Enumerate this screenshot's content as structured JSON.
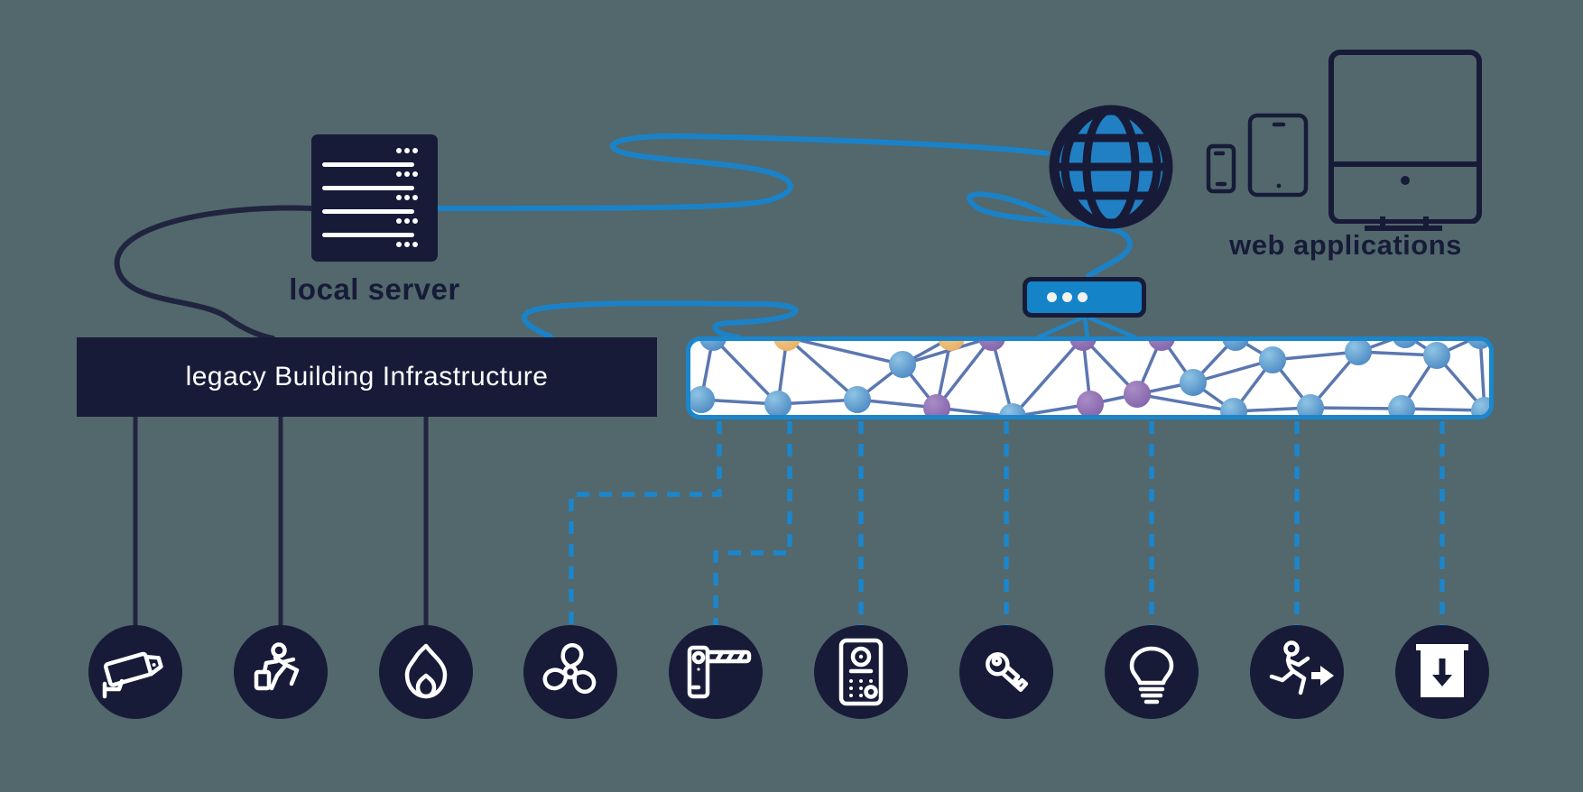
{
  "labels": {
    "local_server": "local server",
    "legacy_infrastructure": "legacy Building Infrastructure",
    "web_applications": "web applications"
  },
  "palette": {
    "background": "#52686d",
    "navy": "#171b38",
    "navy_line": "#20243f",
    "blue": "#1b82c8",
    "mesh_border": "#1b86cb",
    "mesh_edge": "#5b77b0",
    "white": "#ffffff"
  },
  "icons": {
    "top": [
      "server-icon",
      "globe-icon",
      "smartphone-icon",
      "tablet-icon",
      "desktop-monitor-icon",
      "router-gateway-icon"
    ]
  },
  "devices": [
    {
      "name": "cctv-camera"
    },
    {
      "name": "intrusion-alarm"
    },
    {
      "name": "fire-alarm"
    },
    {
      "name": "ventilation-fan"
    },
    {
      "name": "barrier-gate"
    },
    {
      "name": "intercom"
    },
    {
      "name": "access-key"
    },
    {
      "name": "lighting"
    },
    {
      "name": "evacuation"
    },
    {
      "name": "shutter"
    }
  ],
  "mesh": {
    "nodes": [
      [
        790,
        374,
        "b"
      ],
      [
        872,
        374,
        "o"
      ],
      [
        1000,
        404,
        "b"
      ],
      [
        1054,
        374,
        "o"
      ],
      [
        1099,
        374,
        "p"
      ],
      [
        1200,
        374,
        "p"
      ],
      [
        1287,
        374,
        "p"
      ],
      [
        1369,
        374,
        "b"
      ],
      [
        1557,
        371,
        "b"
      ],
      [
        777,
        443,
        "b"
      ],
      [
        862,
        448,
        "b"
      ],
      [
        950,
        443,
        "b"
      ],
      [
        1038,
        452,
        "p"
      ],
      [
        1122,
        462,
        "b"
      ],
      [
        1208,
        448,
        "p"
      ],
      [
        1260,
        437,
        "p"
      ],
      [
        1322,
        424,
        "b"
      ],
      [
        1410,
        399,
        "b"
      ],
      [
        1367,
        456,
        "b"
      ],
      [
        1452,
        452,
        "b"
      ],
      [
        1505,
        390,
        "b"
      ],
      [
        1592,
        394,
        "b"
      ],
      [
        1553,
        453,
        "b"
      ],
      [
        1645,
        455,
        "b"
      ],
      [
        1640,
        372,
        "b"
      ]
    ],
    "edges": [
      [
        0,
        9
      ],
      [
        0,
        10
      ],
      [
        1,
        10
      ],
      [
        1,
        11
      ],
      [
        1,
        2
      ],
      [
        2,
        11
      ],
      [
        2,
        12
      ],
      [
        2,
        3
      ],
      [
        2,
        4
      ],
      [
        3,
        4
      ],
      [
        3,
        12
      ],
      [
        4,
        12
      ],
      [
        4,
        13
      ],
      [
        5,
        13
      ],
      [
        5,
        14
      ],
      [
        5,
        15
      ],
      [
        6,
        15
      ],
      [
        6,
        16
      ],
      [
        7,
        16
      ],
      [
        7,
        17
      ],
      [
        8,
        20
      ],
      [
        8,
        21
      ],
      [
        9,
        10
      ],
      [
        10,
        11
      ],
      [
        11,
        12
      ],
      [
        12,
        13
      ],
      [
        13,
        14
      ],
      [
        14,
        15
      ],
      [
        15,
        16
      ],
      [
        15,
        18
      ],
      [
        16,
        17
      ],
      [
        16,
        18
      ],
      [
        17,
        18
      ],
      [
        17,
        19
      ],
      [
        17,
        20
      ],
      [
        18,
        19
      ],
      [
        19,
        20
      ],
      [
        19,
        22
      ],
      [
        20,
        21
      ],
      [
        21,
        22
      ],
      [
        21,
        23
      ],
      [
        21,
        24
      ],
      [
        23,
        24
      ],
      [
        22,
        23
      ]
    ]
  }
}
